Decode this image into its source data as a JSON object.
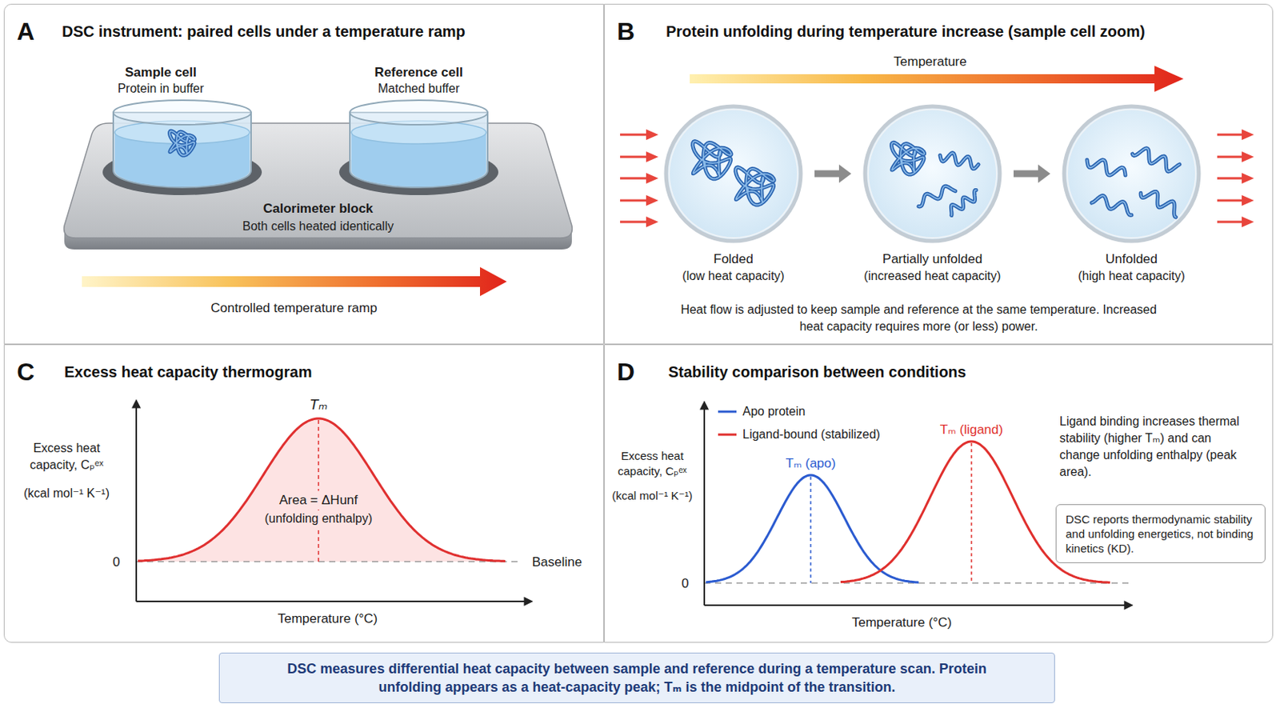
{
  "diagram": {
    "caption": "DSC measures differential heat capacity between sample and reference during a temperature scan. Protein unfolding appears as a heat-capacity peak; Tₘ is the midpoint of the transition.",
    "nodes": [
      {
        "text": [
          "A",
          "DSC instrument: paired cells under a temperature ramp"
        ]
      },
      {
        "text": [
          "Calorimeter block",
          "Both cells heated identically"
        ],
        "in": 0
      },
      {
        "text": [
          "B",
          "Protein unfolding during temperature increase (sample cell zoom)"
        ]
      },
      {
        "text": [
          "Folded",
          "(low heat capacity)"
        ],
        "in": 2
      },
      {
        "text": [
          "Partially unfolded",
          "(increased heat capacity)"
        ],
        "in": 2
      },
      {
        "text": [
          "Unfolded",
          "(high heat capacity)"
        ],
        "in": 2
      },
      {
        "text": [
          "C",
          "Excess heat capacity thermogram"
        ]
      },
      {
        "text": [
          "D",
          "Stability comparison between conditions"
        ]
      },
      {
        "text": [
          "DSC reports thermodynamic stability and unfolding energetics, not binding kinetics (KD)."
        ],
        "in": 7
      }
    ],
    "edges": [
      {
        "from": 3,
        "to": 4,
        "arrow": "to"
      },
      {
        "from": 4,
        "to": 5,
        "arrow": "to"
      }
    ],
    "labels": [
      "Sample cell",
      "Protein in buffer",
      "Reference cell",
      "Matched buffer",
      "Controlled temperature ramp",
      "Temperature",
      "Heat flow is adjusted to keep sample and reference at the same temperature. Increased heat capacity requires more (or less) power.",
      "Tₘ",
      "Area = ΔHunf",
      "(unfolding enthalpy)",
      "Excess heat capacity, Cₚᵉˣ",
      "(kcal mol⁻¹ K⁻¹)",
      "0",
      "Baseline",
      "Temperature (°C)",
      "Tₘ (apo)",
      "Tₘ (ligand)",
      "Excess heat capacity, Cₚᵉˣ",
      "(kcal mol⁻¹ K⁻¹)",
      "0",
      "Temperature (°C)",
      "Ligand binding increases thermal stability (higher Tₘ) and can change unfolding enthalpy (peak area)."
    ],
    "legend": [
      {
        "text": "Apo protein"
      },
      {
        "text": "Ligand-bound (stabilized)"
      }
    ]
  }
}
